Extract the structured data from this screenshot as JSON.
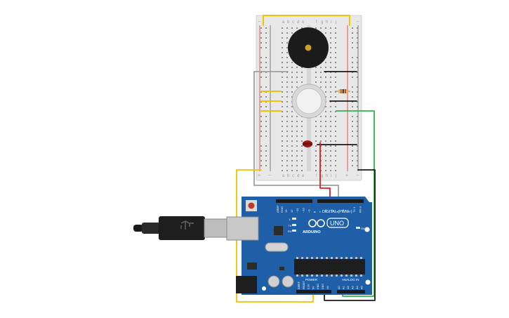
{
  "breadboard": {
    "col_letters_left": [
      "a",
      "b",
      "c",
      "d",
      "e"
    ],
    "col_letters_right": [
      "f",
      "g",
      "h",
      "i",
      "j"
    ],
    "plus": "+",
    "minus": "−"
  },
  "arduino": {
    "brand": "ARDUINO",
    "model": "UNO",
    "digital_label": "DIGITAL (PWM~)",
    "analog_label": "ANALOG IN",
    "power_label": "POWER",
    "on_label": "ON",
    "aref_label": "AREF",
    "gnd_label": "GND",
    "l_label": "L",
    "tx_label": "TX",
    "rx_label": "RX",
    "digital_pins": [
      "13",
      "12",
      "~11",
      "~10",
      "~9",
      "8",
      "7",
      "~6",
      "~5",
      "4",
      "~3",
      "2",
      "TX 1",
      "RX 0"
    ],
    "analog_pins": [
      "A0",
      "A1",
      "A2",
      "A3",
      "A4",
      "A5"
    ],
    "power_pins": [
      "IOREF",
      "RESET",
      "3.3V",
      "5V",
      "GND",
      "GND",
      "Vin"
    ]
  },
  "colors": {
    "board": "#1f5fa8",
    "breadboard": "#e9e9e9",
    "wire_yellow": "#f2c300",
    "wire_red": "#e21b1b",
    "wire_green": "#2fb34a",
    "wire_black": "#1a1a1a",
    "wire_gray": "#9e9e9e"
  }
}
